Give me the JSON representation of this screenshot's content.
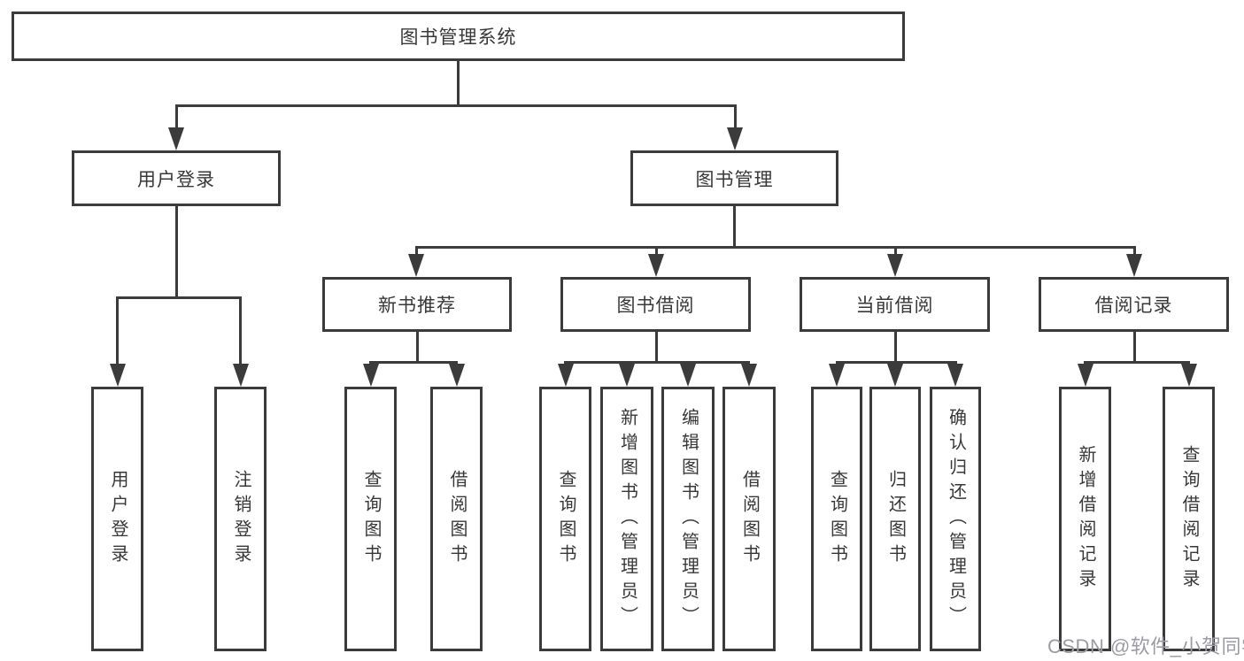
{
  "diagram": {
    "title": "图书管理系统",
    "root": {
      "label": "图书管理系统"
    },
    "branches": [
      {
        "label": "用户登录",
        "children": [
          {
            "label": "用户登录"
          },
          {
            "label": "注销登录"
          }
        ]
      },
      {
        "label": "图书管理",
        "children": [
          {
            "label": "新书推荐",
            "children": [
              {
                "label": "查询图书"
              },
              {
                "label": "借阅图书"
              }
            ]
          },
          {
            "label": "图书借阅",
            "children": [
              {
                "label": "查询图书"
              },
              {
                "label": "新增图书（管理员）"
              },
              {
                "label": "编辑图书（管理员）"
              },
              {
                "label": "借阅图书"
              }
            ]
          },
          {
            "label": "当前借阅",
            "children": [
              {
                "label": "查询图书"
              },
              {
                "label": "归还图书"
              },
              {
                "label": "确认归还（管理员）"
              }
            ]
          },
          {
            "label": "借阅记录",
            "children": [
              {
                "label": "新增借阅记录"
              },
              {
                "label": "查询借阅记录"
              }
            ]
          }
        ]
      }
    ]
  },
  "watermark": {
    "text": "CSDN @软件_小贺同学"
  },
  "colors": {
    "line": "#3b3b3b",
    "text": "#383838",
    "box_background": "#ffffff",
    "watermark": "#9b9ba3"
  }
}
